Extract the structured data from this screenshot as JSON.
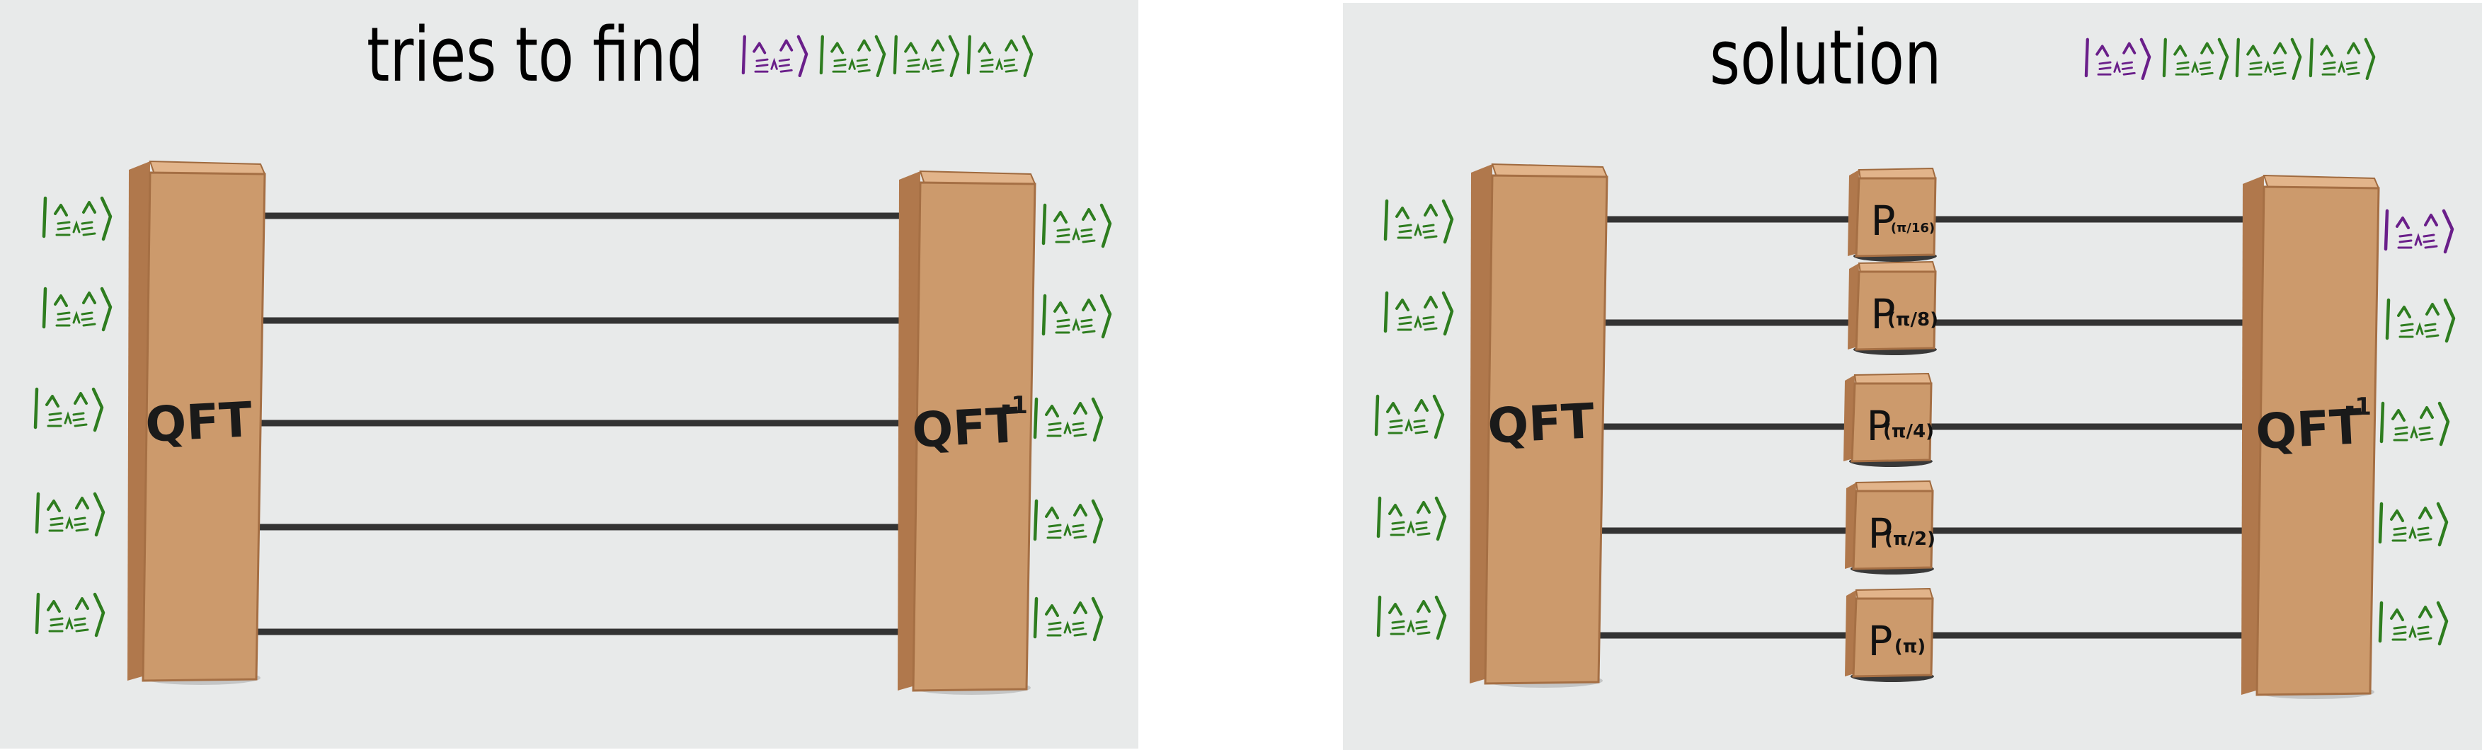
{
  "panels": {
    "left": {
      "title": "tries to find"
    },
    "right": {
      "title": "solution"
    }
  },
  "labels": {
    "qft": "QFT",
    "qft_inverse_base": "QFT",
    "qft_inverse_sup": "-1",
    "phase_gate_letter": "P",
    "phase_angles": [
      "π/16",
      "π/8",
      "π/4",
      "π/2",
      "π"
    ]
  },
  "colors": {
    "background": "#e8eaea",
    "box_face": "#cc9a6c",
    "box_side": "#b0784c",
    "box_top": "#e2b48a",
    "wire": "#333333",
    "ket_green": "#2e7d1f",
    "ket_purple": "#6a1f8a"
  },
  "icons": {
    "qubit_state": "cat-face-ket-icon"
  }
}
